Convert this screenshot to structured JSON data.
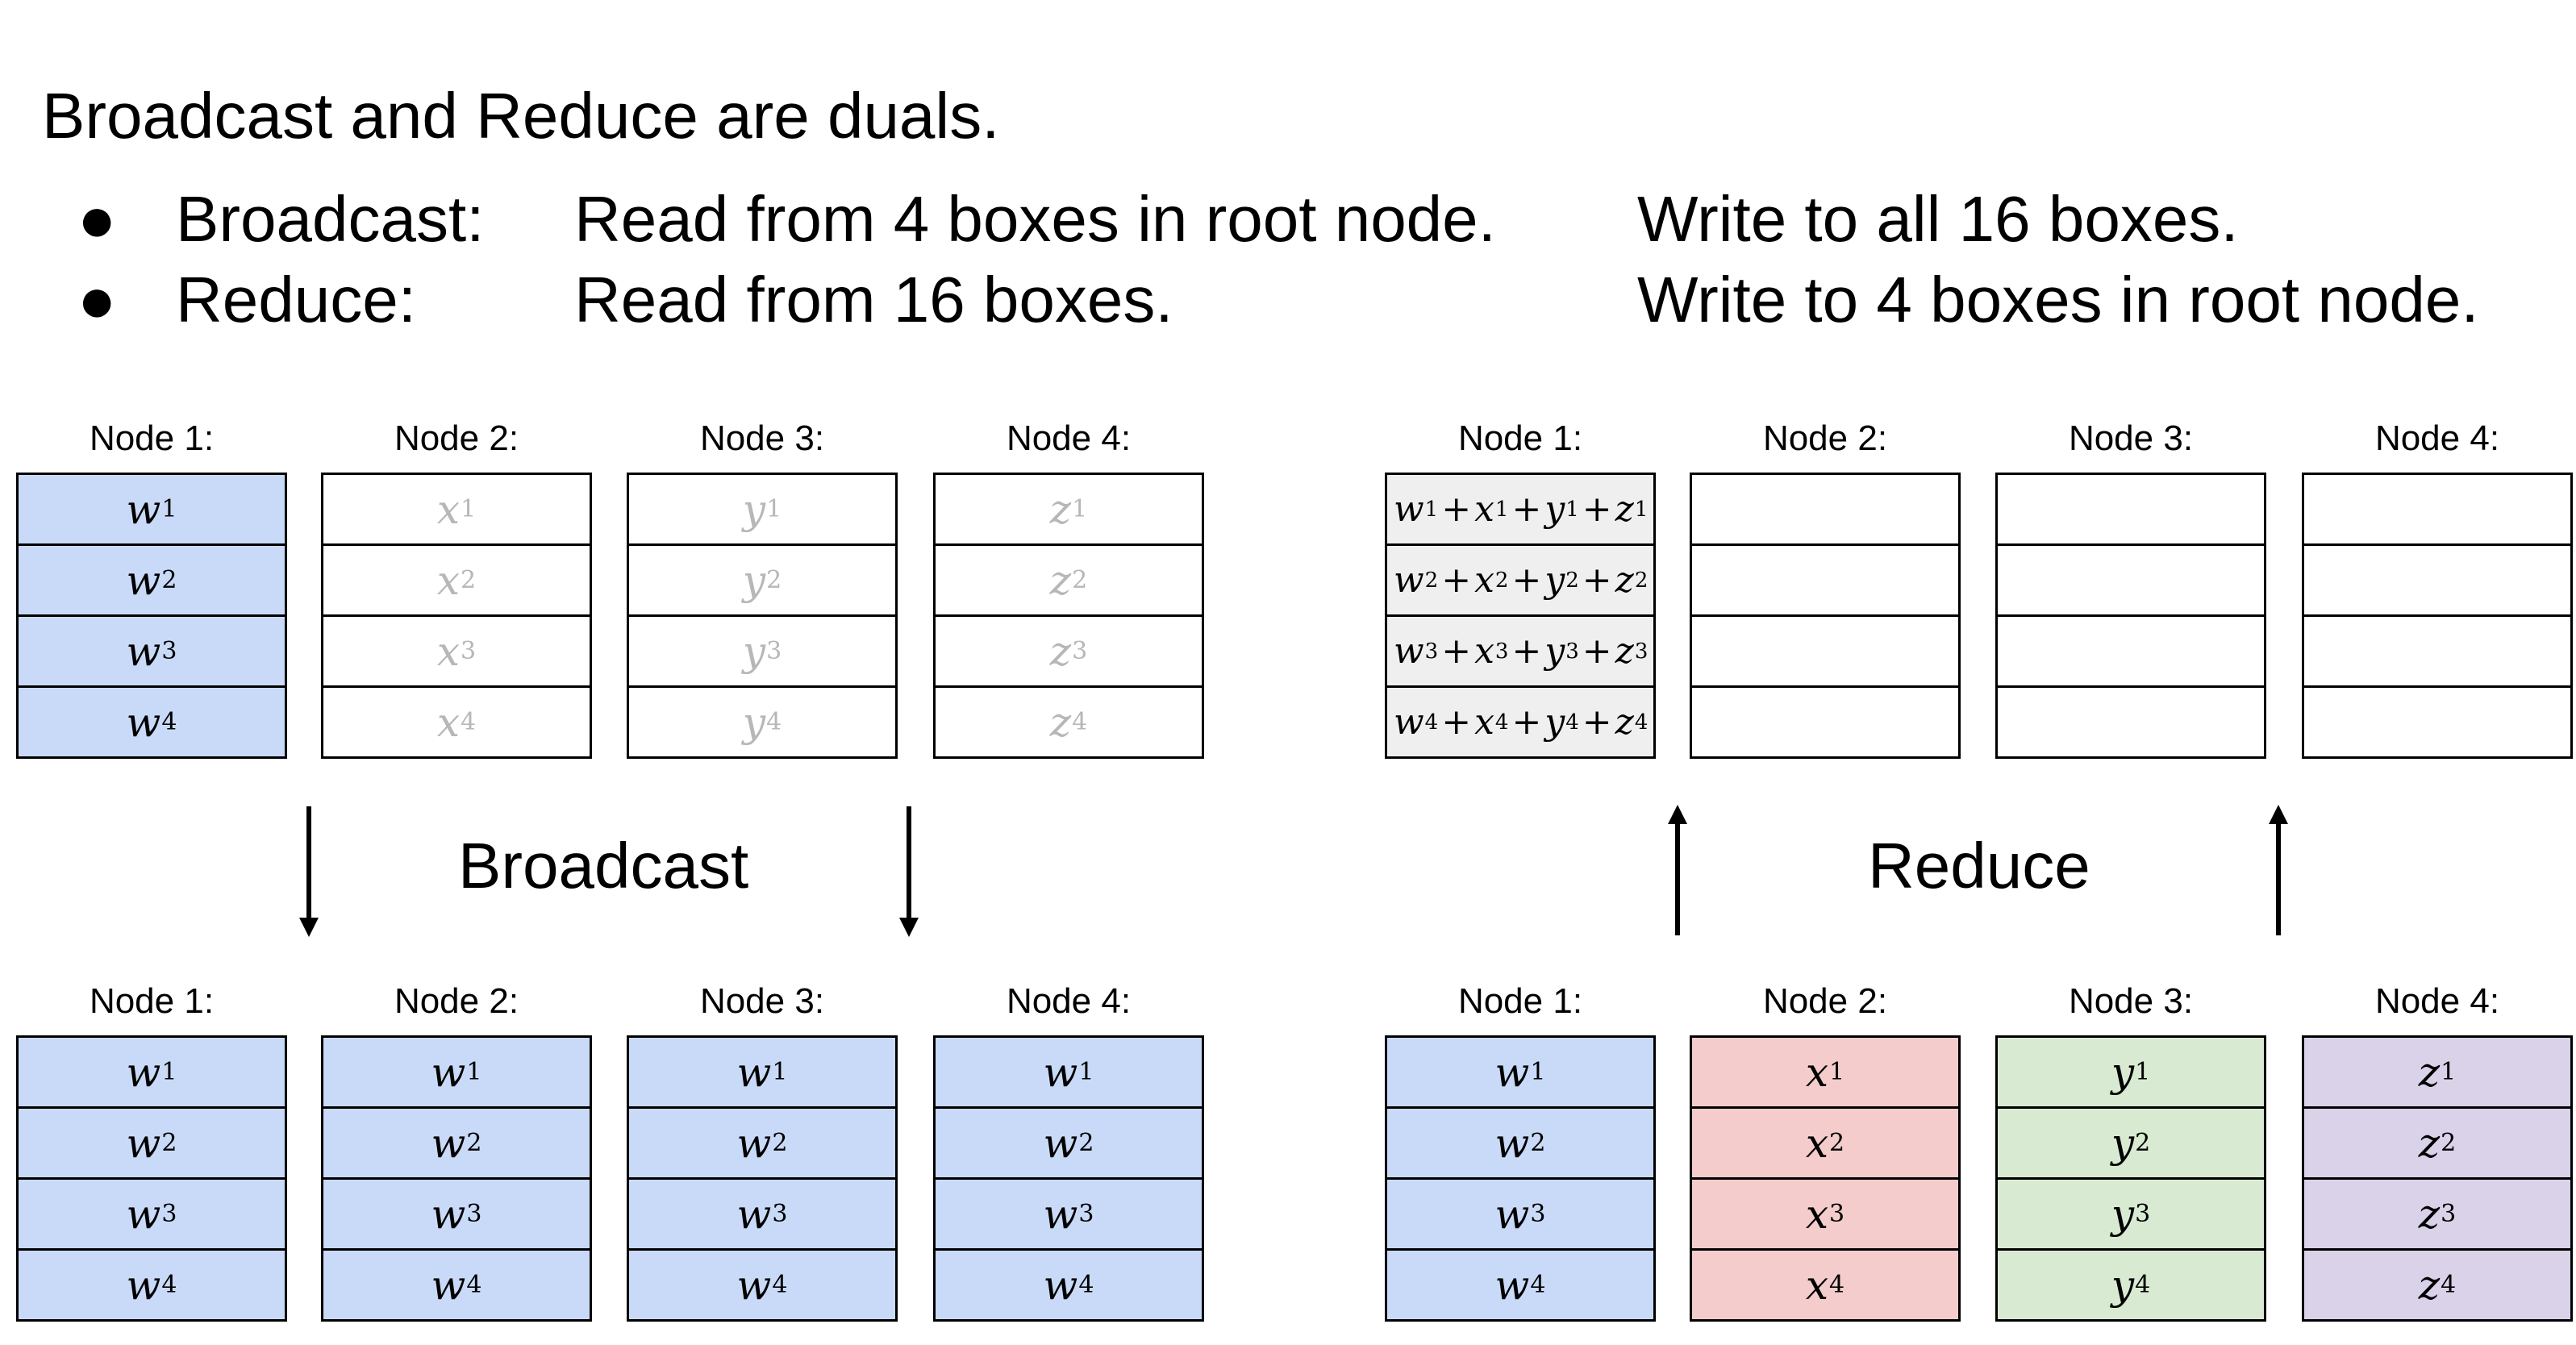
{
  "title": "Broadcast and Reduce are duals.",
  "bullets": [
    {
      "marker": "●",
      "label": "Broadcast:",
      "read": "Read from 4 boxes in root node.",
      "write": "Write to all 16 boxes."
    },
    {
      "marker": "●",
      "label": "Reduce:",
      "read": "Read from 16 boxes.",
      "write": "Write to 4 boxes in root node."
    }
  ],
  "operations": {
    "broadcast": "Broadcast",
    "reduce": "Reduce"
  },
  "colors": {
    "blue": "#c9daf8",
    "red": "#f4cccc",
    "green": "#d9ead3",
    "purple": "#d9d2e9",
    "grey": "#efefef",
    "faded_text": "#b7b7b7"
  },
  "diagram": {
    "broadcast_before": {
      "nodes": [
        {
          "label": "Node 1:",
          "style": "blue",
          "cells": [
            [
              "w",
              "1"
            ],
            [
              "w",
              "2"
            ],
            [
              "w",
              "3"
            ],
            [
              "w",
              "4"
            ]
          ]
        },
        {
          "label": "Node 2:",
          "style": "faded",
          "cells": [
            [
              "x",
              "1"
            ],
            [
              "x",
              "2"
            ],
            [
              "x",
              "3"
            ],
            [
              "x",
              "4"
            ]
          ]
        },
        {
          "label": "Node 3:",
          "style": "faded",
          "cells": [
            [
              "y",
              "1"
            ],
            [
              "y",
              "2"
            ],
            [
              "y",
              "3"
            ],
            [
              "y",
              "4"
            ]
          ]
        },
        {
          "label": "Node 4:",
          "style": "faded",
          "cells": [
            [
              "z",
              "1"
            ],
            [
              "z",
              "2"
            ],
            [
              "z",
              "3"
            ],
            [
              "z",
              "4"
            ]
          ]
        }
      ]
    },
    "broadcast_after": {
      "nodes": [
        {
          "label": "Node 1:",
          "style": "blue",
          "cells": [
            [
              "w",
              "1"
            ],
            [
              "w",
              "2"
            ],
            [
              "w",
              "3"
            ],
            [
              "w",
              "4"
            ]
          ]
        },
        {
          "label": "Node 2:",
          "style": "blue",
          "cells": [
            [
              "w",
              "1"
            ],
            [
              "w",
              "2"
            ],
            [
              "w",
              "3"
            ],
            [
              "w",
              "4"
            ]
          ]
        },
        {
          "label": "Node 3:",
          "style": "blue",
          "cells": [
            [
              "w",
              "1"
            ],
            [
              "w",
              "2"
            ],
            [
              "w",
              "3"
            ],
            [
              "w",
              "4"
            ]
          ]
        },
        {
          "label": "Node 4:",
          "style": "blue",
          "cells": [
            [
              "w",
              "1"
            ],
            [
              "w",
              "2"
            ],
            [
              "w",
              "3"
            ],
            [
              "w",
              "4"
            ]
          ]
        }
      ]
    },
    "reduce_result": {
      "nodes": [
        {
          "label": "Node 1:",
          "style": "grey",
          "sum": true,
          "cells": [
            [
              [
                "w",
                "1"
              ],
              [
                "x",
                "1"
              ],
              [
                "y",
                "1"
              ],
              [
                "z",
                "1"
              ]
            ],
            [
              [
                "w",
                "2"
              ],
              [
                "x",
                "2"
              ],
              [
                "y",
                "2"
              ],
              [
                "z",
                "2"
              ]
            ],
            [
              [
                "w",
                "3"
              ],
              [
                "x",
                "3"
              ],
              [
                "y",
                "3"
              ],
              [
                "z",
                "3"
              ]
            ],
            [
              [
                "w",
                "4"
              ],
              [
                "x",
                "4"
              ],
              [
                "y",
                "4"
              ],
              [
                "z",
                "4"
              ]
            ]
          ]
        },
        {
          "label": "Node 2:",
          "style": "white",
          "cells": [
            [],
            [],
            [],
            []
          ]
        },
        {
          "label": "Node 3:",
          "style": "white",
          "cells": [
            [],
            [],
            [],
            []
          ]
        },
        {
          "label": "Node 4:",
          "style": "white",
          "cells": [
            [],
            [],
            [],
            []
          ]
        }
      ]
    },
    "reduce_input": {
      "nodes": [
        {
          "label": "Node 1:",
          "style": "blue",
          "cells": [
            [
              "w",
              "1"
            ],
            [
              "w",
              "2"
            ],
            [
              "w",
              "3"
            ],
            [
              "w",
              "4"
            ]
          ]
        },
        {
          "label": "Node 2:",
          "style": "red",
          "cells": [
            [
              "x",
              "1"
            ],
            [
              "x",
              "2"
            ],
            [
              "x",
              "3"
            ],
            [
              "x",
              "4"
            ]
          ]
        },
        {
          "label": "Node 3:",
          "style": "green",
          "cells": [
            [
              "y",
              "1"
            ],
            [
              "y",
              "2"
            ],
            [
              "y",
              "3"
            ],
            [
              "y",
              "4"
            ]
          ]
        },
        {
          "label": "Node 4:",
          "style": "purple",
          "cells": [
            [
              "z",
              "1"
            ],
            [
              "z",
              "2"
            ],
            [
              "z",
              "3"
            ],
            [
              "z",
              "4"
            ]
          ]
        }
      ]
    }
  }
}
